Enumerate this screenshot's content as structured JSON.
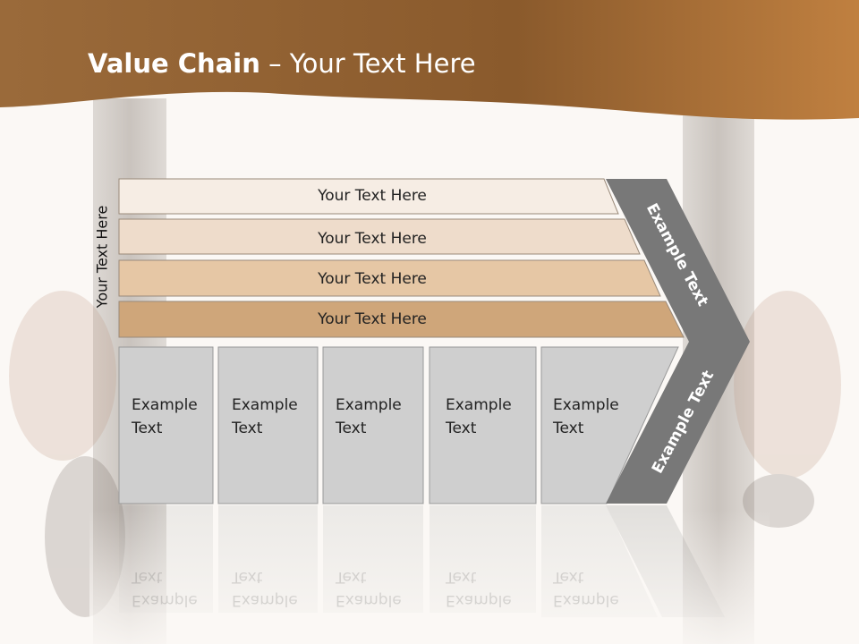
{
  "slide": {
    "title_bold": "Value Chain",
    "title_rest": " – Your Text Here"
  },
  "side_label": "Your Text Here",
  "rows": [
    {
      "label": "Your Text Here",
      "color": "#f6ede4"
    },
    {
      "label": "Your Text Here",
      "color": "#eedccb"
    },
    {
      "label": "Your Text Here",
      "color": "#e6c7a5"
    },
    {
      "label": "Your Text Here",
      "color": "#cfa67a"
    }
  ],
  "cells": [
    {
      "label": "Example\nText"
    },
    {
      "label": "Example\nText"
    },
    {
      "label": "Example\nText"
    },
    {
      "label": "Example\nText"
    },
    {
      "label": "Example\nText"
    }
  ],
  "arrow": {
    "top_label": "Example Text",
    "bottom_label": "Example Text",
    "color": "#787878"
  },
  "colors": {
    "header_band": "#a9713a",
    "cell_fill": "#cfcfcf",
    "bar": "#c8c2bd"
  }
}
